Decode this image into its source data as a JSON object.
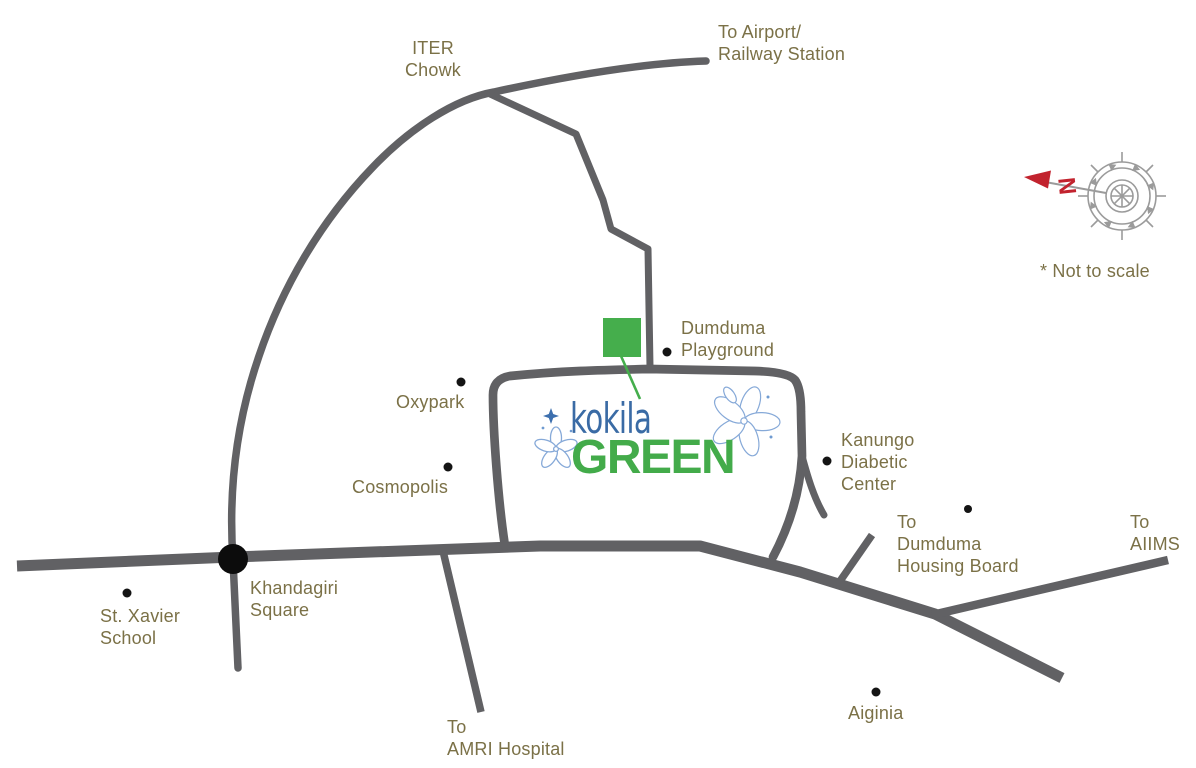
{
  "brand": {
    "name_top": "kokila",
    "name_bottom": "GREEN"
  },
  "compass": {
    "north_label": "N",
    "note": "* Not to scale"
  },
  "labels": {
    "iter_chowk": {
      "lines": [
        "ITER",
        "Chowk"
      ]
    },
    "airport": {
      "lines": [
        "To Airport/",
        "Railway Station"
      ]
    },
    "dumduma_playground": {
      "lines": [
        "Dumduma",
        "Playground"
      ]
    },
    "oxypark": {
      "lines": [
        "Oxypark"
      ]
    },
    "cosmopolis": {
      "lines": [
        "Cosmopolis"
      ]
    },
    "khandagiri_square": {
      "lines": [
        "Khandagiri",
        "Square"
      ]
    },
    "st_xavier_school": {
      "lines": [
        "St. Xavier",
        "School"
      ]
    },
    "amri_hospital": {
      "lines": [
        "To",
        "AMRI Hospital"
      ]
    },
    "kanungo_diabetic_center": {
      "lines": [
        "Kanungo",
        "Diabetic",
        "Center"
      ]
    },
    "dumduma_housing_board": {
      "lines": [
        "To",
        "Dumduma",
        "Housing Board"
      ]
    },
    "aiims": {
      "lines": [
        "To",
        "AIIMS"
      ]
    },
    "aiginia": {
      "lines": [
        "Aiginia"
      ]
    }
  },
  "colors": {
    "road_gray": "#616164",
    "label_olive": "#7b7147",
    "brand_blue": "#3a6ba5",
    "brand_green": "#43ab4a",
    "site_marker_green": "#45ae4c",
    "compass_gray": "#9b9b9b",
    "compass_red": "#c2232e",
    "dot_black": "#141414"
  }
}
